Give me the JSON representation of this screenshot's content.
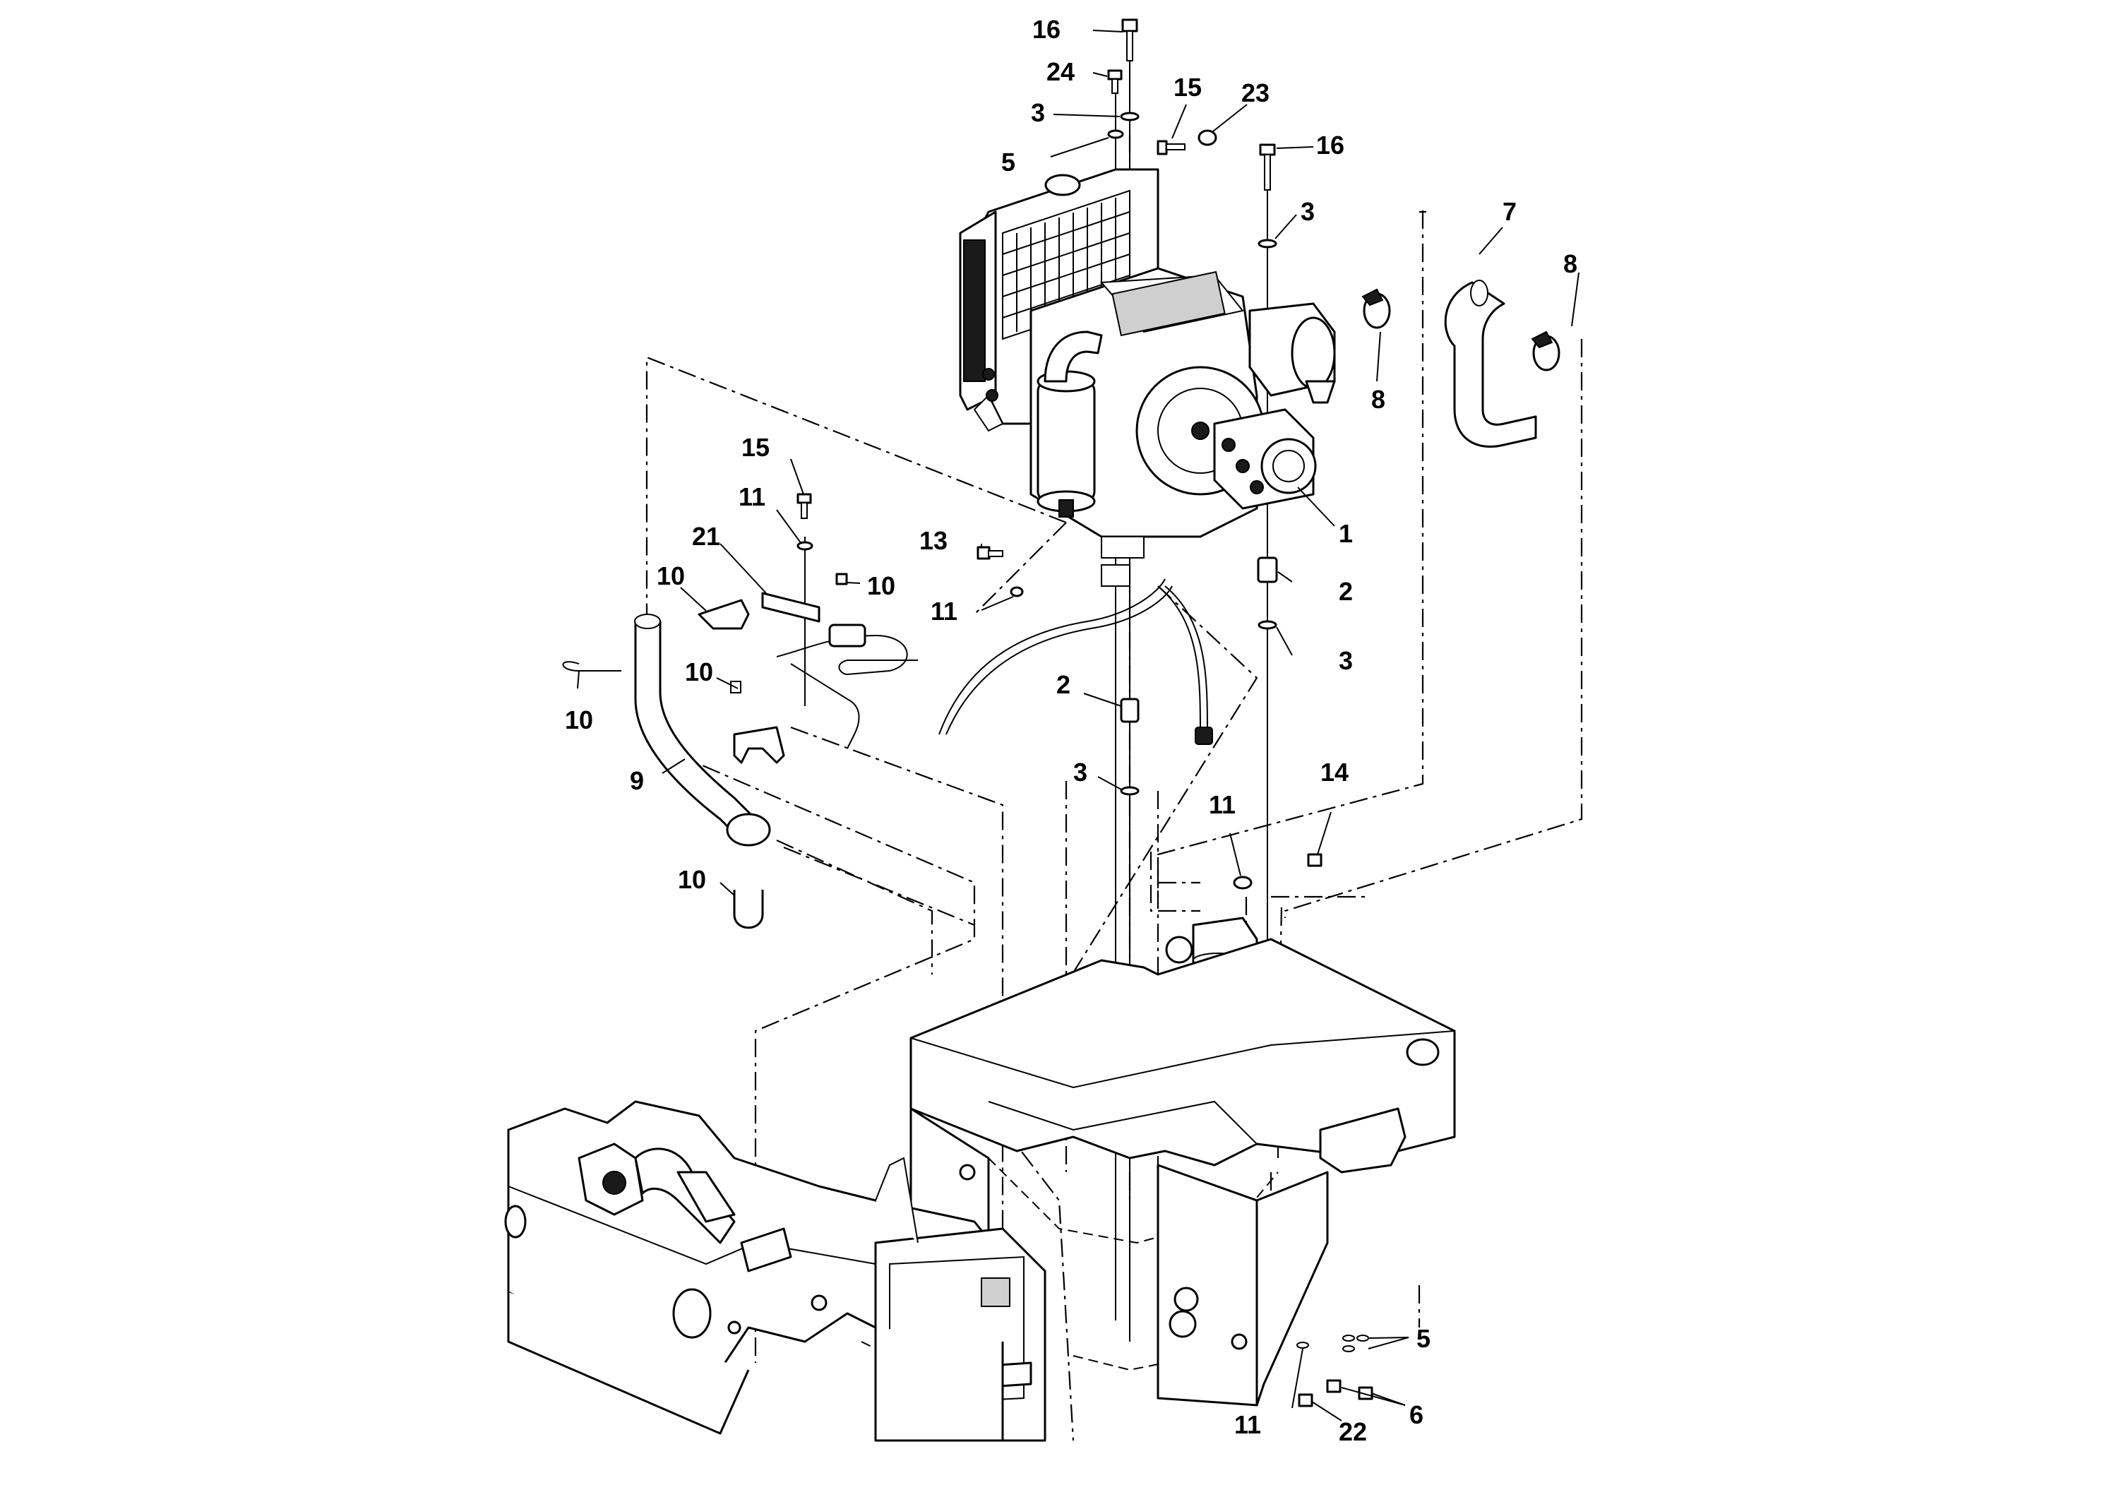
{
  "callouts": [
    {
      "id": "c1",
      "label": "16"
    },
    {
      "id": "c2",
      "label": "24"
    },
    {
      "id": "c3",
      "label": "3"
    },
    {
      "id": "c4",
      "label": "5"
    },
    {
      "id": "c5",
      "label": "15"
    },
    {
      "id": "c6",
      "label": "23"
    },
    {
      "id": "c7",
      "label": "16"
    },
    {
      "id": "c8",
      "label": "3"
    },
    {
      "id": "c9",
      "label": "7"
    },
    {
      "id": "c10",
      "label": "8"
    },
    {
      "id": "c11",
      "label": "8"
    },
    {
      "id": "c12",
      "label": "1"
    },
    {
      "id": "c13",
      "label": "2"
    },
    {
      "id": "c14",
      "label": "3"
    },
    {
      "id": "c15",
      "label": "15"
    },
    {
      "id": "c16",
      "label": "11"
    },
    {
      "id": "c17",
      "label": "21"
    },
    {
      "id": "c18",
      "label": "10"
    },
    {
      "id": "c19",
      "label": "10"
    },
    {
      "id": "c20",
      "label": "13"
    },
    {
      "id": "c21",
      "label": "11"
    },
    {
      "id": "c22",
      "label": "10"
    },
    {
      "id": "c23",
      "label": "10"
    },
    {
      "id": "c24",
      "label": "9"
    },
    {
      "id": "c25",
      "label": "10"
    },
    {
      "id": "c26",
      "label": "2"
    },
    {
      "id": "c27",
      "label": "3"
    },
    {
      "id": "c28",
      "label": "11"
    },
    {
      "id": "c29",
      "label": "14"
    },
    {
      "id": "c30",
      "label": "5"
    },
    {
      "id": "c31",
      "label": "6"
    },
    {
      "id": "c32",
      "label": "11"
    },
    {
      "id": "c33",
      "label": "22"
    }
  ]
}
